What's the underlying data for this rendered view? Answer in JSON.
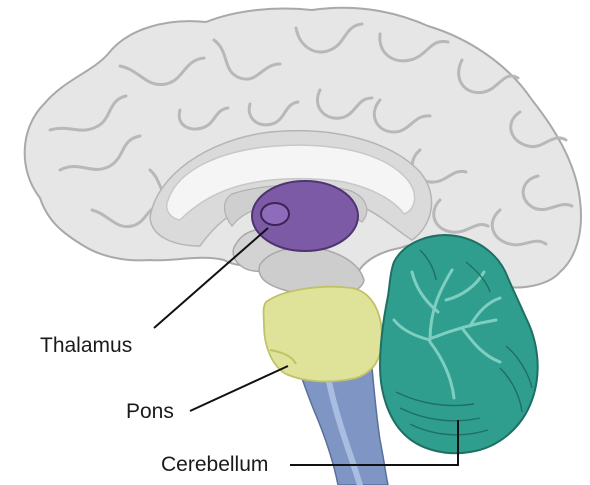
{
  "diagram": {
    "labels": {
      "thalamus": "Thalamus",
      "pons": "Pons",
      "cerebellum": "Cerebellum"
    },
    "colors": {
      "cortex": "#e6e6e6",
      "cortex_outline": "#a9a9a9",
      "sulcus": "#b8b8b8",
      "inner_structure": "#d4d4d4",
      "corpus_callosum": "#f5f5f5",
      "thalamus": "#7d5aa6",
      "thalamus_outline": "#4e3470",
      "pons": "#dfe39a",
      "brainstem": "#7f96c4",
      "cerebellum": "#2f9e8e",
      "cerebellum_dark": "#1f6f64",
      "leader_line": "#111111"
    }
  }
}
